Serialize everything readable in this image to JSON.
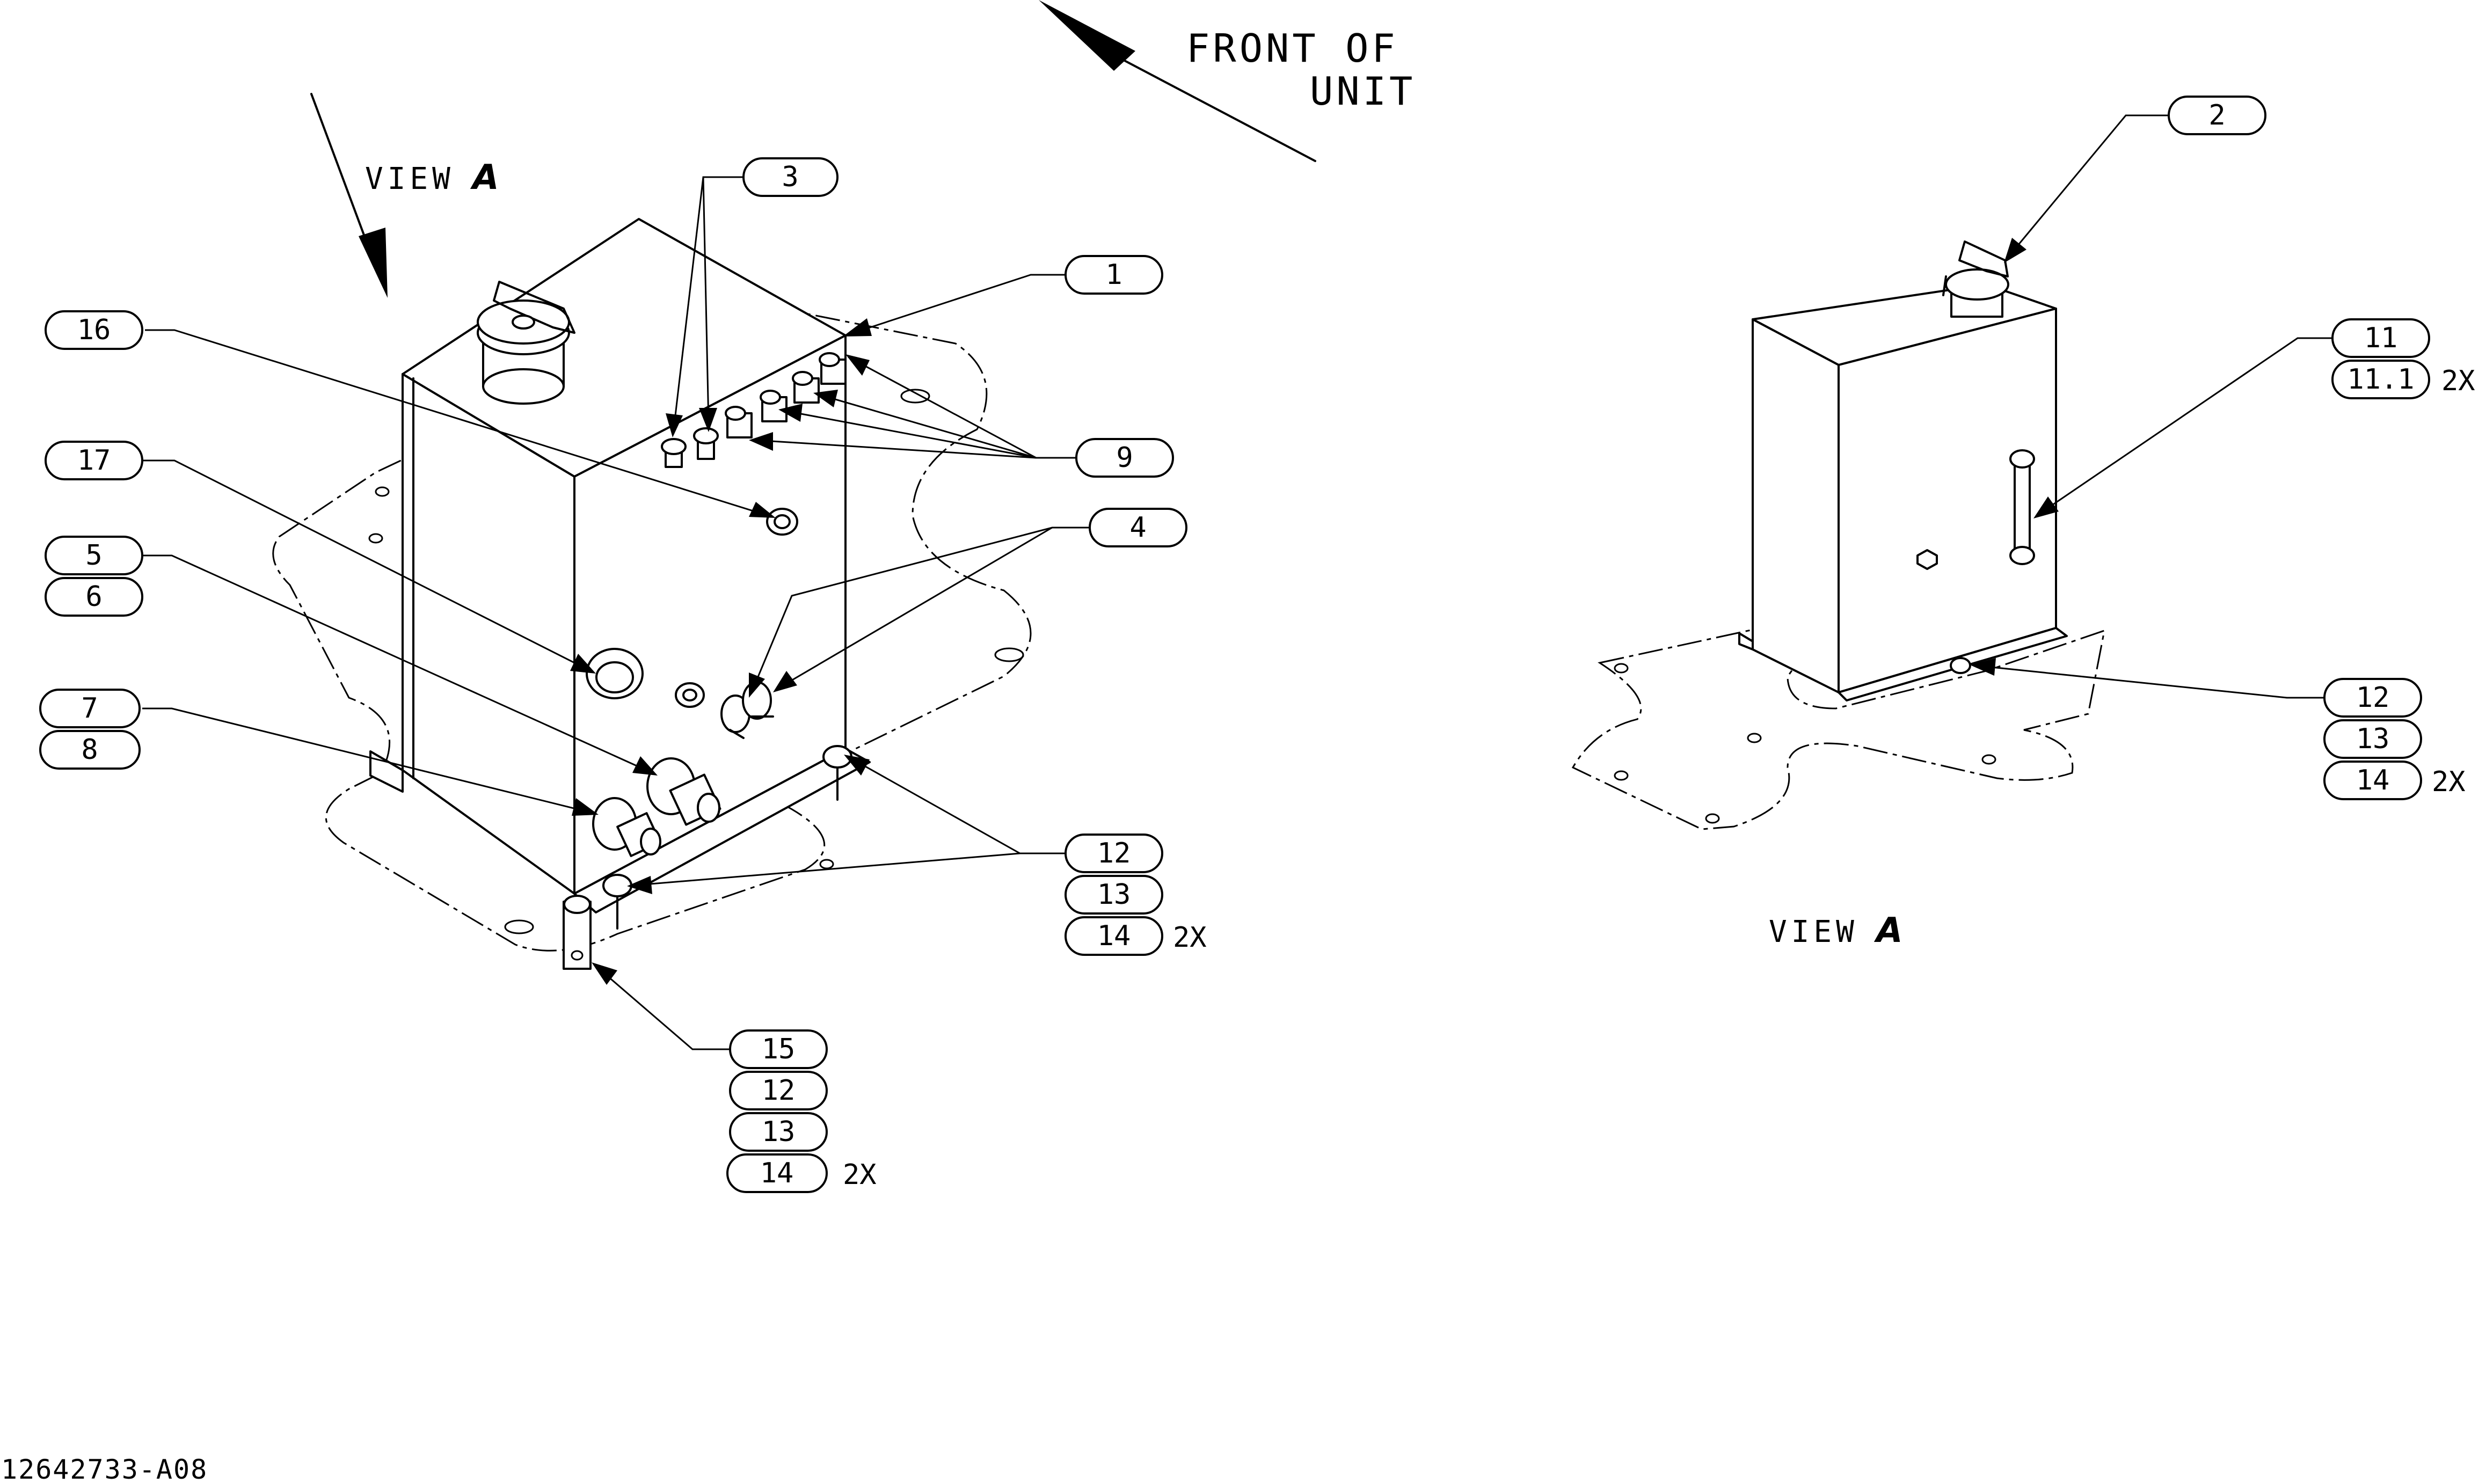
{
  "notes": {
    "front_of_unit_line1": "FRONT OF",
    "front_of_unit_line2": "UNIT",
    "view_word": "VIEW",
    "view_letter": "A",
    "view_a_label_word": "VIEW",
    "view_a_label_letter": "A"
  },
  "document_number": "12642733-A08",
  "callouts": {
    "b1": "1",
    "b2": "2",
    "b3": "3",
    "b4": "4",
    "b5": "5",
    "b6": "6",
    "b7": "7",
    "b8": "8",
    "b9": "9",
    "b11": "11",
    "b11_1": "11.1",
    "b12_right": "12",
    "b13_right": "13",
    "b14_right": "14",
    "b12_main": "12",
    "b13_main": "13",
    "b14_main": "14",
    "b15": "15",
    "b12_bottom": "12",
    "b13_bottom": "13",
    "b14_bottom": "14",
    "b16": "16",
    "b17": "17"
  },
  "quantities": {
    "q11_1": "2X",
    "q14_right": "2X",
    "q14_main": "2X",
    "q14_bottom": "2X"
  }
}
